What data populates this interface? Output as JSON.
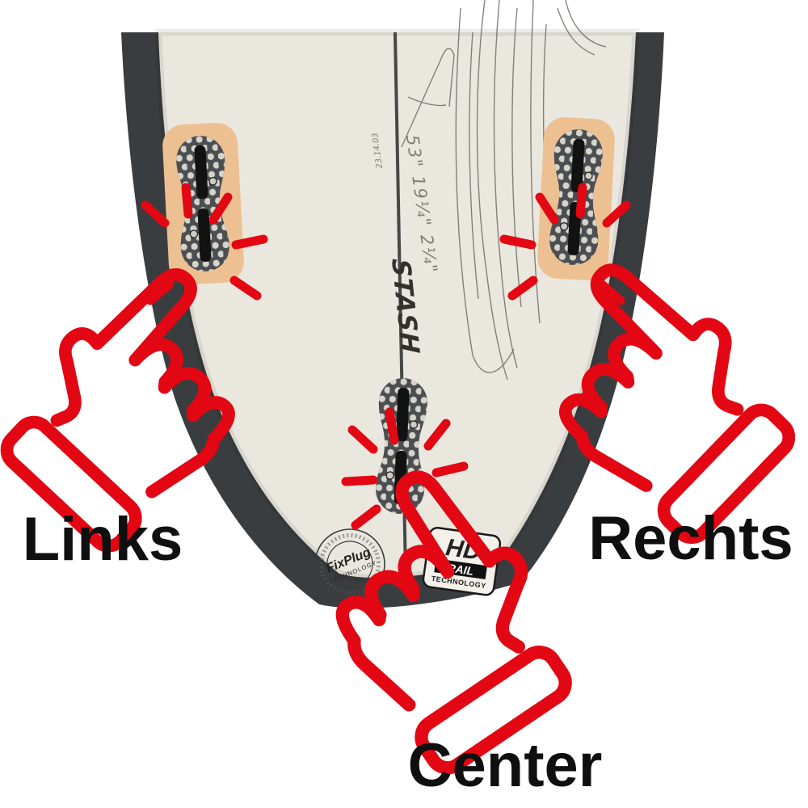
{
  "labels": {
    "left": "Links",
    "right": "Rechts",
    "center": "Center"
  },
  "surfboard": {
    "handwritten_dimensions": "53\" 19¼\" 2¼\"",
    "handwritten_code": "23.14.03",
    "brand_logo": "STASH",
    "fixplug_badge": {
      "name": "FixPlug",
      "sub": "TECHNOLOGY"
    },
    "hdrail_badge": {
      "top": "HD",
      "mid": "RAIL",
      "bottom": "TECHNOLOGY"
    }
  },
  "icons": {
    "left_hand": "pointer-hand-icon",
    "right_hand": "pointer-hand-icon",
    "center_hand": "pointer-hand-icon",
    "click_emphasis": "click-burst-icon"
  },
  "colors": {
    "accent_red": "#e30613",
    "rail_dark": "#3a3d3f",
    "deck_cream": "#eae7de",
    "fin_pad_tan": "#edc092",
    "fin_plug_gray": "#4c4f52",
    "hex_dot": "#d7d4cb",
    "label_text": "#0f0f0f",
    "pencil_gray": "#6b655f"
  }
}
